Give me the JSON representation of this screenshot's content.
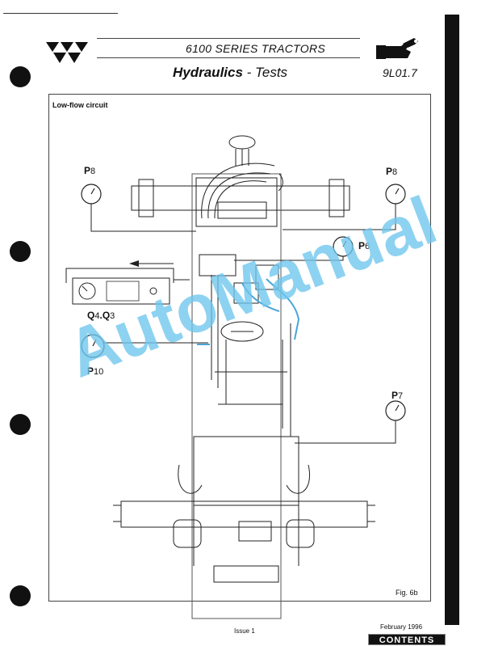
{
  "header": {
    "series_title": "6100 SERIES TRACTORS",
    "section_title_bold": "Hydraulics",
    "section_title_rest": " - Tests",
    "page_code": "9L01.7",
    "logo_icon": "massey-triple-triangle-logo",
    "manual_icon": "hand-wrench-icon"
  },
  "figure": {
    "caption": "Low-flow circuit",
    "fig_label": "Fig. 6b",
    "gauges": [
      {
        "letter": "P",
        "num": "8"
      },
      {
        "letter": "P",
        "num": "8"
      },
      {
        "letter": "P",
        "num": "6"
      },
      {
        "letter": "Q",
        "num": "4"
      },
      {
        "letter": "Q",
        "num": "3"
      },
      {
        "letter": "P",
        "num": "10"
      },
      {
        "letter": "P",
        "num": "7"
      }
    ]
  },
  "watermark": "AutoManual",
  "footer": {
    "issue": "Issue 1",
    "date": "February 1996",
    "contents_button": "CONTENTS"
  },
  "colors": {
    "watermark": "#6ec6ee",
    "highlight_line": "#4aa6d8",
    "ink": "#111111"
  }
}
